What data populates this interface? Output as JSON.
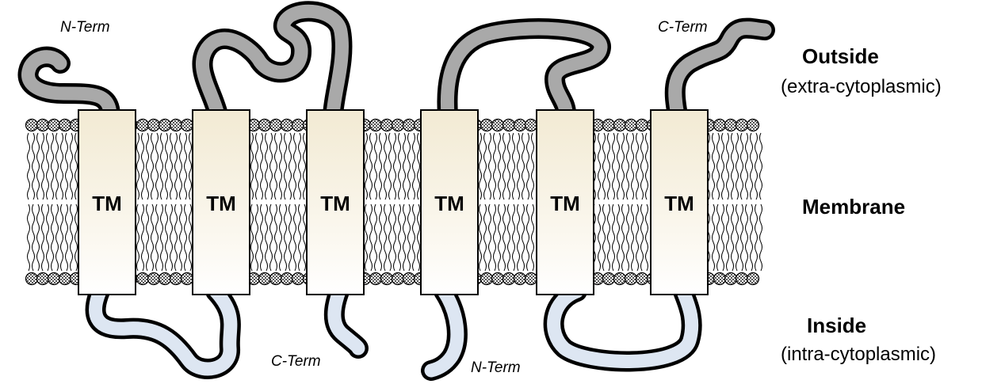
{
  "membrane_diagram": {
    "tm_segments": [
      {
        "label": "TM"
      },
      {
        "label": "TM"
      },
      {
        "label": "TM"
      },
      {
        "label": "TM"
      },
      {
        "label": "TM"
      },
      {
        "label": "TM"
      }
    ],
    "terminus_labels": {
      "outside_n_term": "N-Term",
      "outside_c_term": "C-Term",
      "inside_c_term": "C-Term",
      "inside_n_term": "N-Term"
    },
    "regions": {
      "outside": {
        "title": "Outside",
        "subtitle": "(extra-cytoplasmic)"
      },
      "membrane": {
        "title": "Membrane"
      },
      "inside": {
        "title": "Inside",
        "subtitle": "(intra-cytoplasmic)"
      }
    },
    "colors": {
      "extracellular_loop": "#a9a9a9",
      "intracellular_loop": "#dde6f2",
      "tm_helix_top": "#f2ead3",
      "tm_helix_bottom": "#ffffff",
      "membrane_outline": "#000000"
    }
  }
}
